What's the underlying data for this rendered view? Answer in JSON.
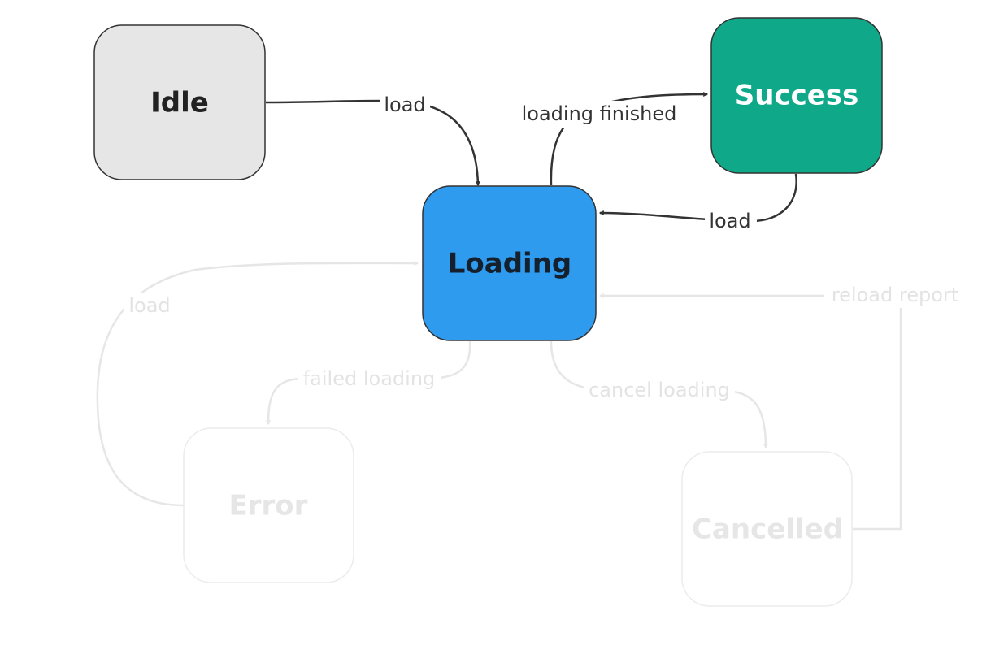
{
  "states": {
    "idle": {
      "label": "Idle",
      "fill": "#e6e6e6",
      "text_color": "#222222",
      "border": "#333333"
    },
    "loading": {
      "label": "Loading",
      "fill": "#2e9bef",
      "text_color": "#16202c",
      "border": "#333333"
    },
    "success": {
      "label": "Success",
      "fill": "#0fa98a",
      "text_color": "#ffffff",
      "border": "#333333"
    },
    "error": {
      "label": "Error",
      "fill": "#ffffff",
      "text_color": "#e6e6e6",
      "border": "#ececec"
    },
    "cancelled": {
      "label": "Cancelled",
      "fill": "#ffffff",
      "text_color": "#e6e6e6",
      "border": "#ececec"
    }
  },
  "transitions": {
    "idle_to_loading": {
      "label": "load",
      "active": true
    },
    "loading_to_success": {
      "label": "loading finished",
      "active": true
    },
    "success_to_loading": {
      "label": "load",
      "active": true
    },
    "error_to_loading": {
      "label": "load",
      "active": false
    },
    "loading_to_error": {
      "label": "failed loading",
      "active": false
    },
    "loading_to_cancelled": {
      "label": "cancel loading",
      "active": false
    },
    "cancelled_to_loading": {
      "label": "reload report",
      "active": false
    }
  },
  "colors": {
    "active_edge": "#333333",
    "dim_edge": "#e6e6e6",
    "active_label": "#333333",
    "dim_label": "#e3e3e3"
  }
}
